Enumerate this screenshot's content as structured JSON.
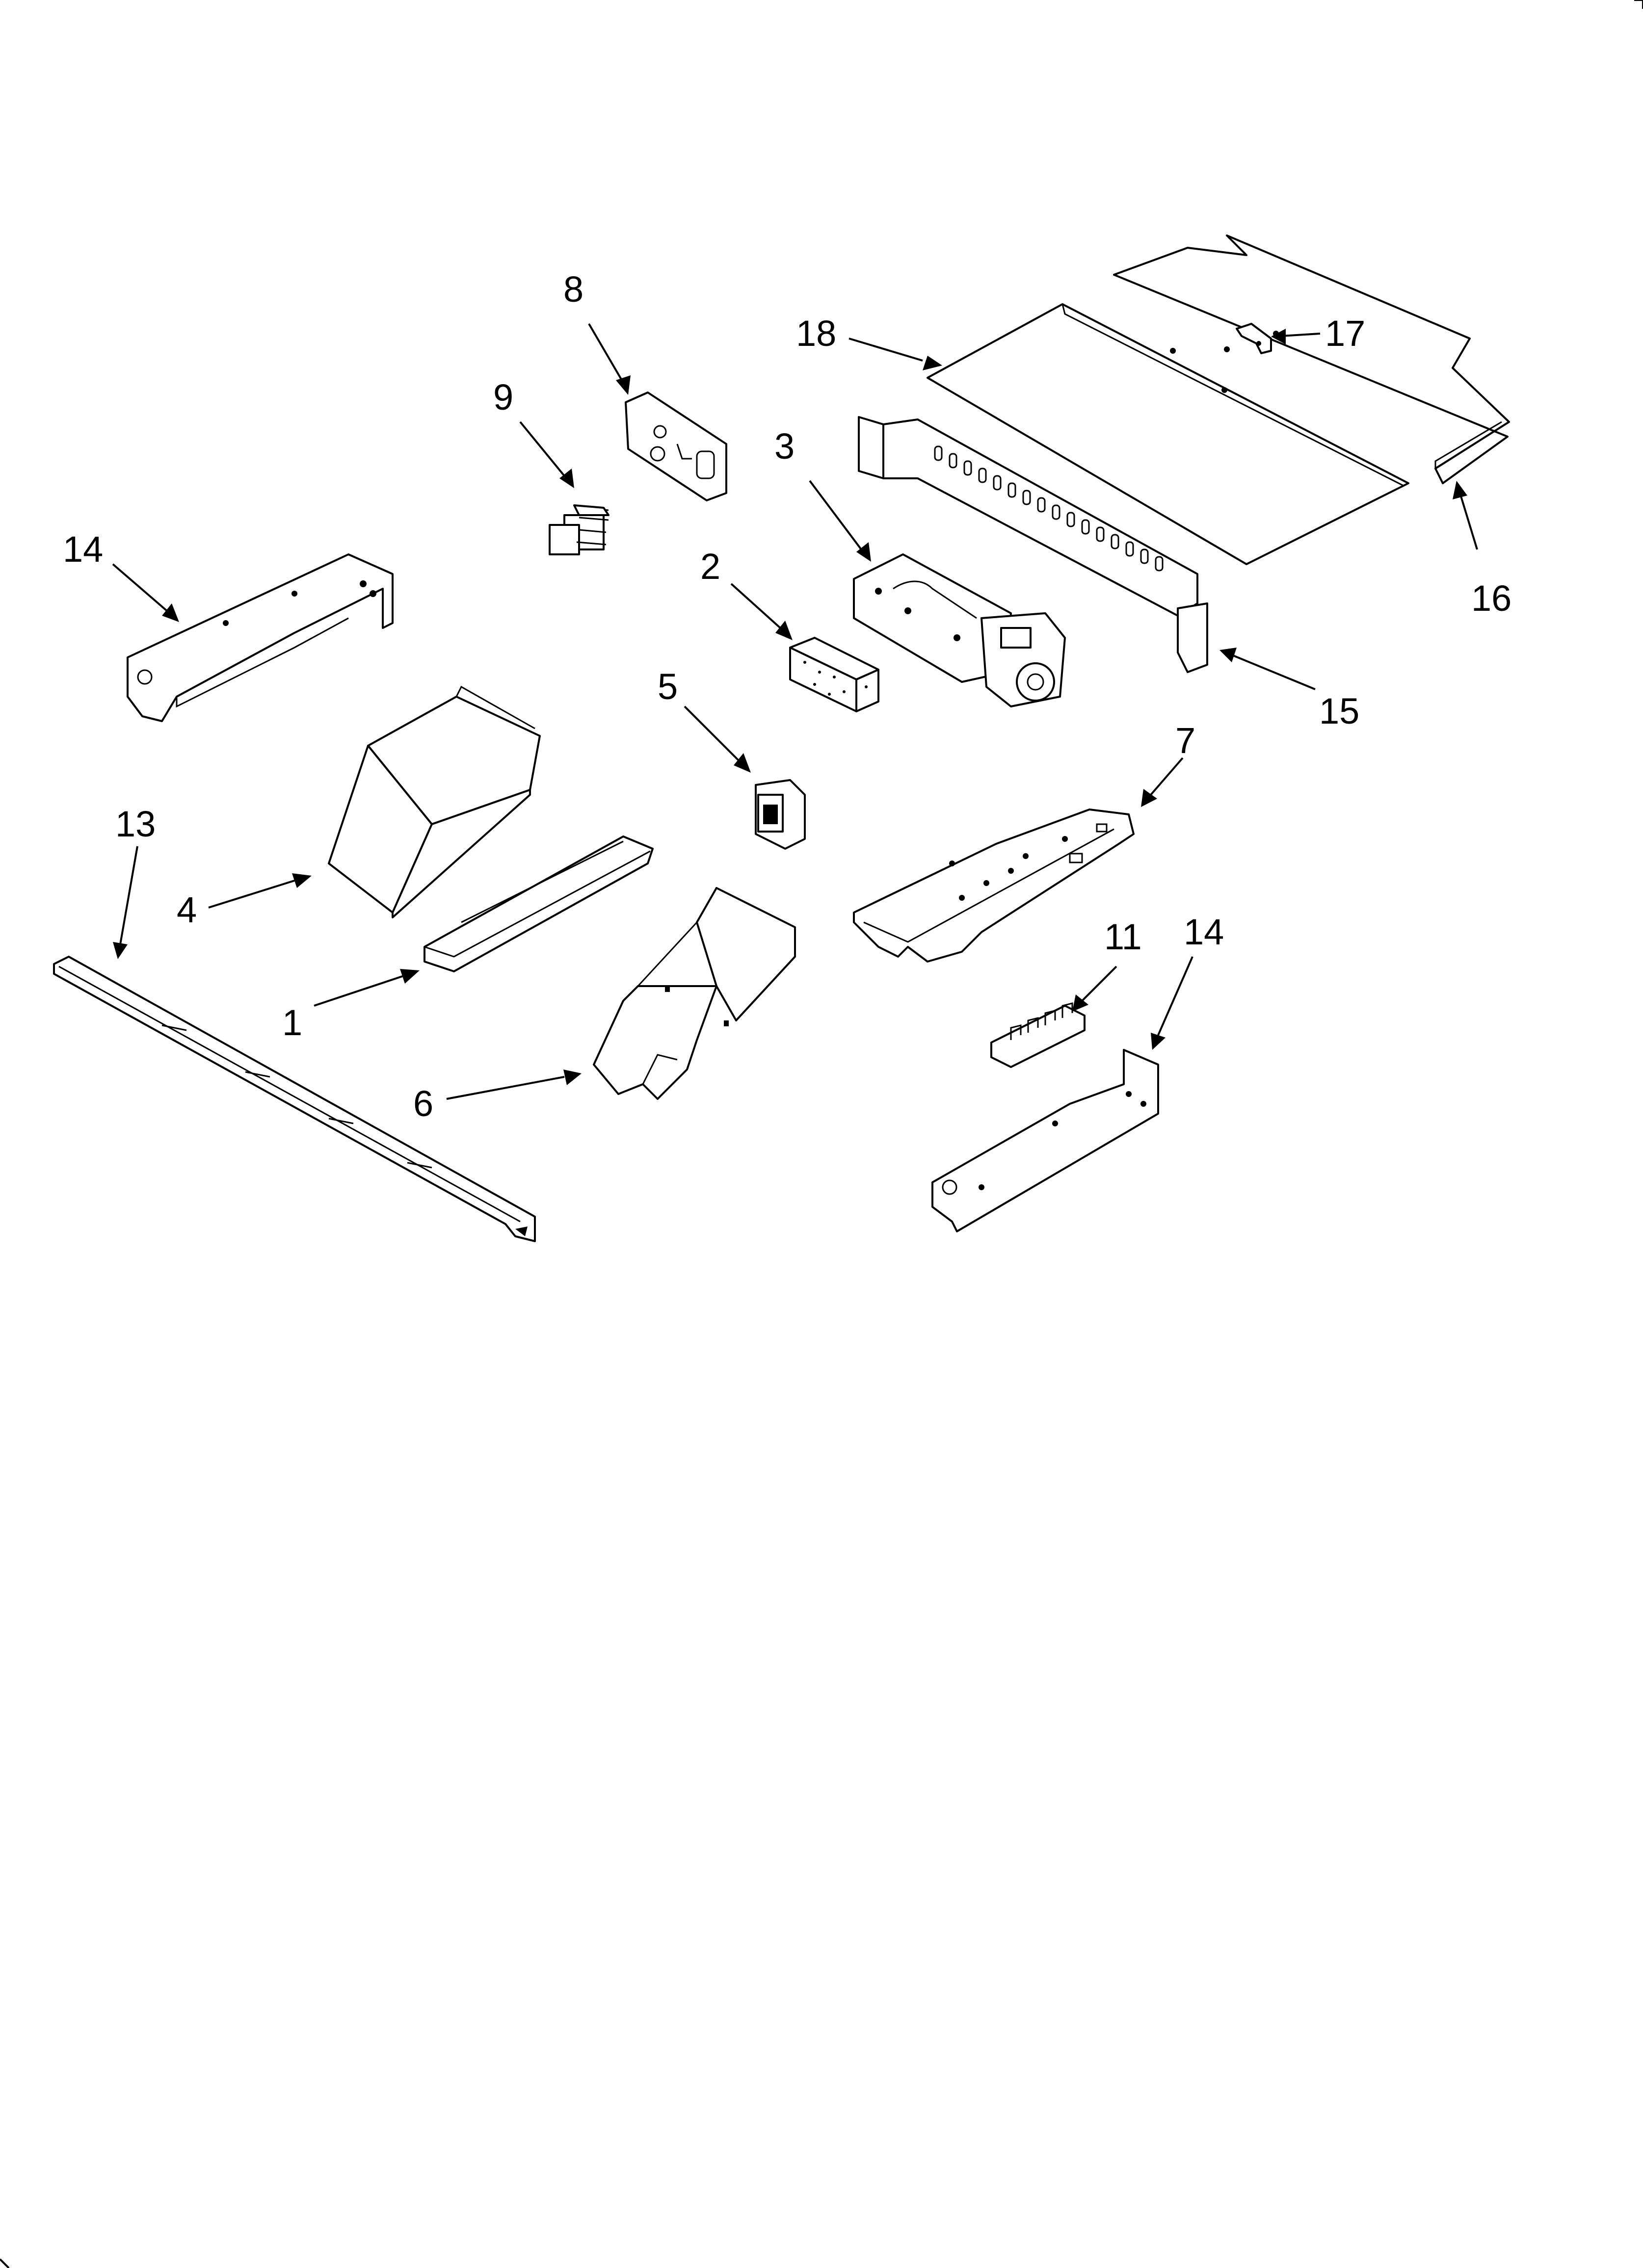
{
  "diagram": {
    "callouts": [
      "1",
      "2",
      "3",
      "4",
      "5",
      "6",
      "7",
      "8",
      "9",
      "11",
      "13",
      "14",
      "14",
      "15",
      "16",
      "17",
      "18"
    ]
  }
}
